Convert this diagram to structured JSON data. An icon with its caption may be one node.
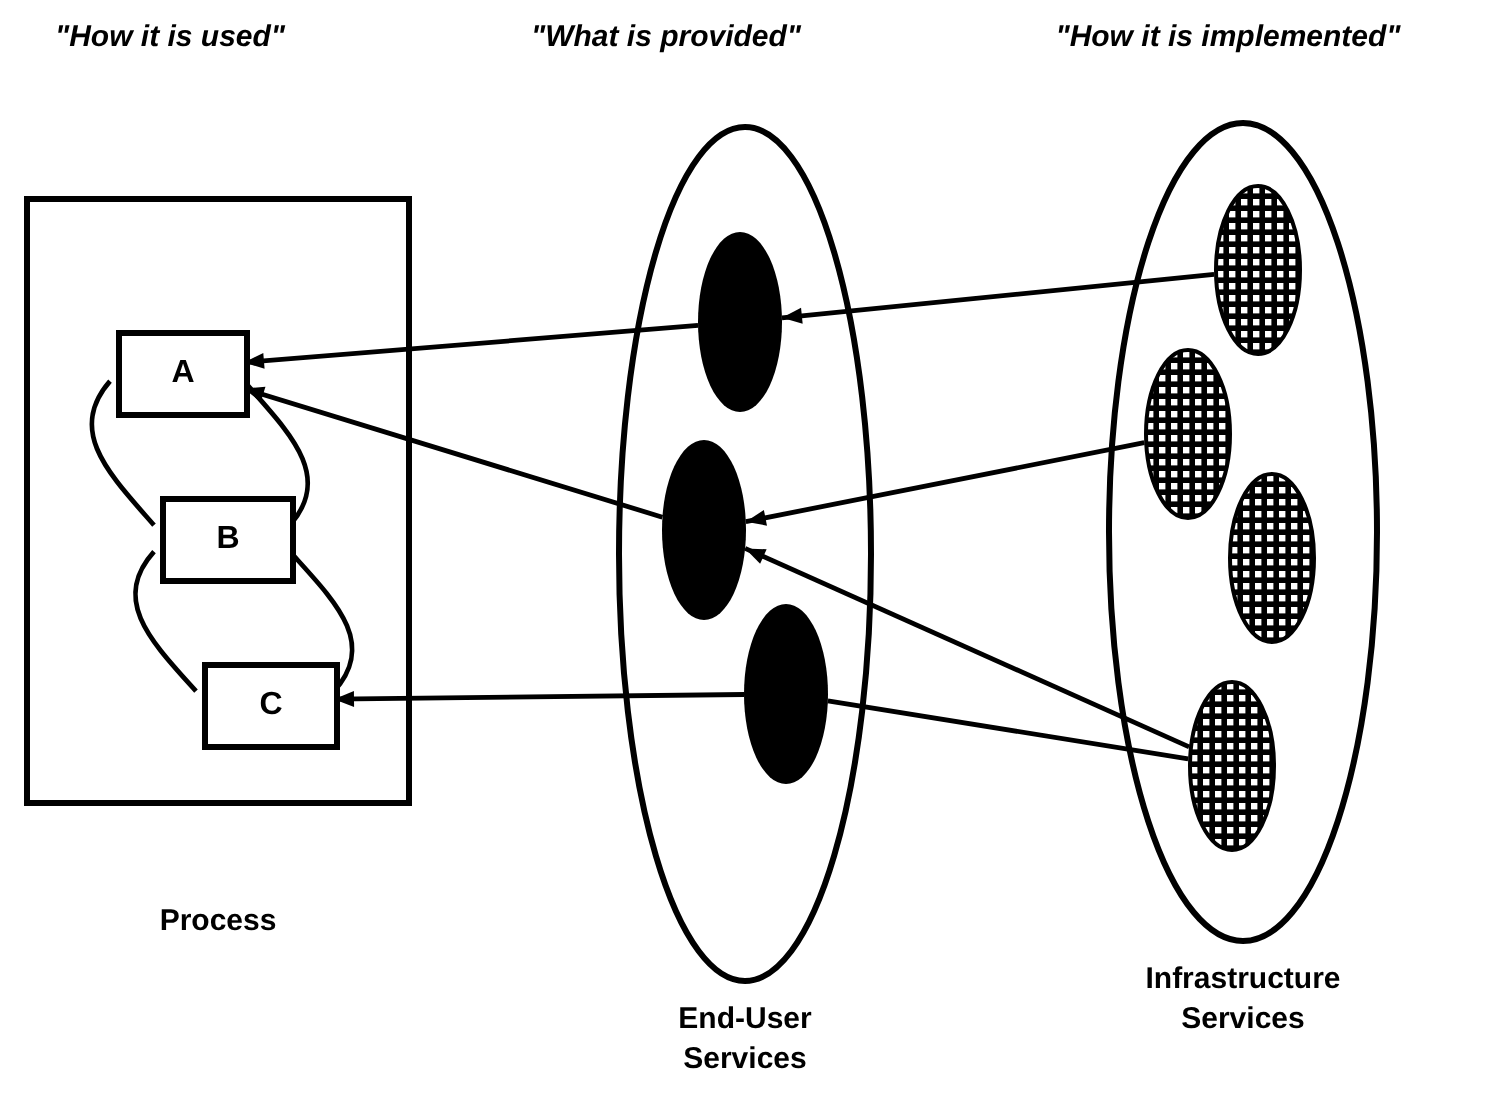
{
  "diagram": {
    "nodes": [
      {
        "text": [
          "Process"
        ]
      },
      {
        "text": [
          "A"
        ],
        "in": 0
      },
      {
        "text": [
          "B"
        ],
        "in": 0
      },
      {
        "text": [
          "C"
        ],
        "in": 0
      },
      {
        "text": [
          "End-User Services"
        ]
      },
      {
        "text": [],
        "shape": "ellipse",
        "in": 4
      },
      {
        "text": [],
        "shape": "ellipse",
        "in": 4
      },
      {
        "text": [],
        "shape": "ellipse",
        "in": 4
      },
      {
        "text": [
          "Infrastructure Services"
        ]
      },
      {
        "text": [],
        "shape": "ellipse",
        "in": 8
      },
      {
        "text": [],
        "shape": "ellipse",
        "in": 8
      },
      {
        "text": [],
        "shape": "ellipse",
        "in": 8
      },
      {
        "text": [],
        "shape": "ellipse",
        "in": 8
      }
    ],
    "edges": [
      {
        "from": 5,
        "to": 1,
        "arrow": "to"
      },
      {
        "from": 6,
        "to": 1,
        "arrow": "to"
      },
      {
        "from": 7,
        "to": 3,
        "arrow": "to"
      },
      {
        "from": 9,
        "to": 5,
        "arrow": "to"
      },
      {
        "from": 10,
        "to": 6,
        "arrow": "to"
      },
      {
        "from": 12,
        "to": 6,
        "arrow": "to"
      },
      {
        "from": 12,
        "to": 7,
        "arrow": "none"
      },
      {
        "from": 1,
        "to": 2,
        "arrow": "none"
      },
      {
        "from": 1,
        "to": 2,
        "arrow": "none"
      },
      {
        "from": 2,
        "to": 3,
        "arrow": "none"
      },
      {
        "from": 2,
        "to": 3,
        "arrow": "none"
      }
    ],
    "labels": [
      "\"How it is used\"",
      "\"What is provided\"",
      "\"How it is implemented\""
    ]
  }
}
